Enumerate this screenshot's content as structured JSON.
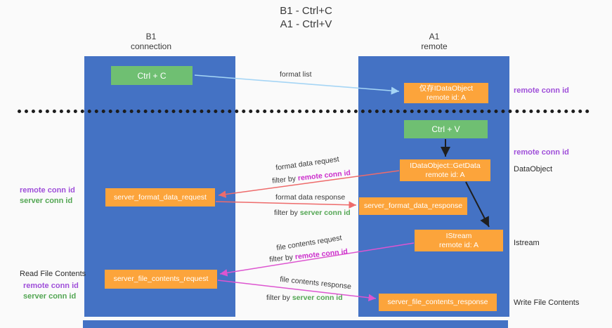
{
  "title": {
    "line1": "B1 - Ctrl+C",
    "line2": "A1 - Ctrl+V"
  },
  "lanes": {
    "left": {
      "name": "B1",
      "role": "connection"
    },
    "right": {
      "name": "A1",
      "role": "remote"
    }
  },
  "nodes": {
    "ctrl_c": {
      "label": "Ctrl + C"
    },
    "ctrl_v": {
      "label": "Ctrl + V"
    },
    "idataobject_cache": {
      "line1": "仅存IDataObject",
      "line2": "remote id: A"
    },
    "getdata": {
      "line1": "IDataObject::GetData",
      "line2": "remote id: A"
    },
    "istream": {
      "line1": "IStream",
      "line2": "remote id: A"
    },
    "server_format_data_request": {
      "label": "server_format_data_request"
    },
    "server_format_data_response": {
      "label": "server_format_data_response"
    },
    "server_file_contents_request": {
      "label": "server_file_contents_request"
    },
    "server_file_contents_response": {
      "label": "server_file_contents_response"
    }
  },
  "arrow_labels": {
    "format_list": "format list",
    "format_data_request": "format data request",
    "format_data_response": "format data response",
    "file_contents_request": "file contents request",
    "file_contents_response": "file contents response",
    "filter_by": "filter by"
  },
  "annotations": {
    "remote_conn_id": "remote conn id",
    "server_conn_id": "server conn id",
    "dataobject": "DataObject",
    "istream": "Istream",
    "read_file_contents": "Read File Contents",
    "write_file_contents": "Write File Contents"
  },
  "colors": {
    "lane_blue": "#4472c4",
    "node_green": "#6fbf72",
    "node_orange": "#fca43b",
    "purple": "#9f4fd9",
    "magenta_text": "#cc2fcc",
    "green_text": "#53a653",
    "red_arrow": "#ee6b6b",
    "magenta_arrow": "#dd55d0",
    "blue_arrow": "#a5d5f5"
  }
}
